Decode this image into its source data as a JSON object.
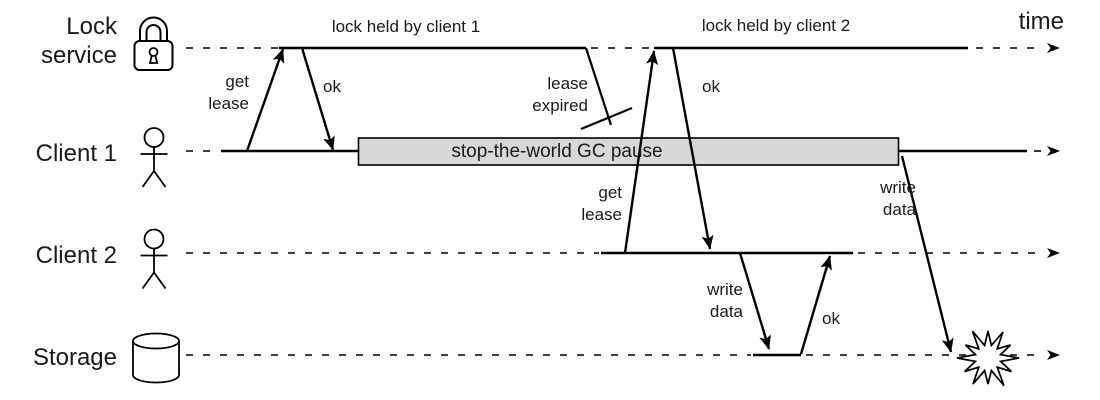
{
  "diagram": {
    "kind": "sequence-diagram",
    "time_axis_label": "time",
    "rows": [
      {
        "label": "Lock service",
        "icon": "padlock-icon"
      },
      {
        "label": "Client 1",
        "icon": "stick-figure-icon"
      },
      {
        "label": "Client 2",
        "icon": "stick-figure-icon"
      },
      {
        "label": "Storage",
        "icon": "database-cylinder-icon"
      }
    ],
    "annotations": {
      "lock_held_1": "lock held by client 1",
      "lock_held_2": "lock held by client 2",
      "get_lease_1": "get lease",
      "ok_1": "ok",
      "lease_expired": "lease expired",
      "get_lease_2": "get lease",
      "ok_2": "ok",
      "gc_pause": "stop-the-world GC pause",
      "write_data_2": "write data",
      "ok_storage": "ok",
      "write_data_1": "write data"
    },
    "icons": [
      "padlock-icon",
      "stick-figure-icon",
      "stick-figure-icon",
      "database-cylinder-icon",
      "starburst-crash-icon"
    ],
    "colors": {
      "line": "#000000",
      "text": "#1a1a1a",
      "gc_box_fill": "#d8d8d8",
      "background": "#ffffff"
    }
  }
}
